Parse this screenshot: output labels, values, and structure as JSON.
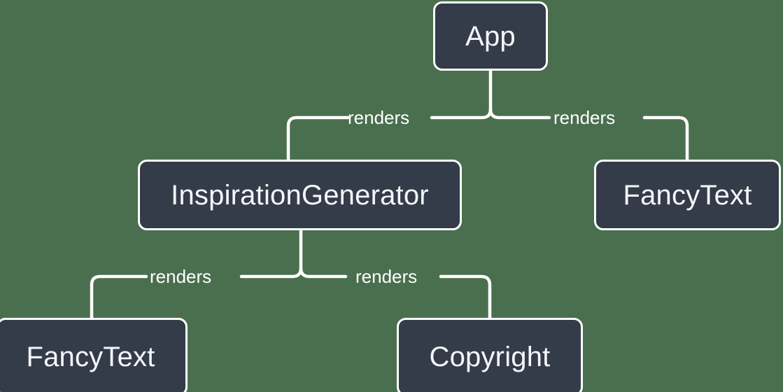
{
  "diagram": {
    "type": "component-tree",
    "background_color": "#4a6f4f",
    "node_fill_color": "#343b49",
    "node_border_color": "#ffffff",
    "edge_color": "#ffffff",
    "nodes": [
      {
        "id": "app",
        "label": "App"
      },
      {
        "id": "inspgen",
        "label": "InspirationGenerator"
      },
      {
        "id": "fancy_right",
        "label": "FancyText"
      },
      {
        "id": "fancy_bottom",
        "label": "FancyText"
      },
      {
        "id": "copyright",
        "label": "Copyright"
      }
    ],
    "edges": [
      {
        "from": "app",
        "to": "inspgen",
        "label": "renders"
      },
      {
        "from": "app",
        "to": "fancy_right",
        "label": "renders"
      },
      {
        "from": "inspgen",
        "to": "fancy_bottom",
        "label": "renders"
      },
      {
        "from": "inspgen",
        "to": "copyright",
        "label": "renders"
      }
    ]
  }
}
